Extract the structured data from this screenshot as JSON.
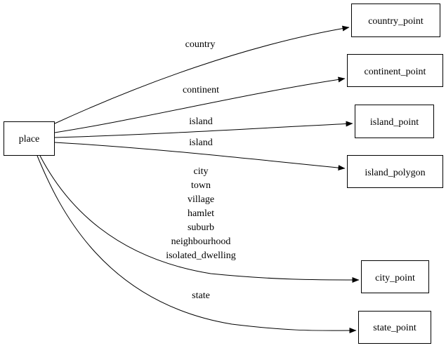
{
  "diagram": {
    "type": "directed-graph",
    "background_color": "#ffffff",
    "line_color": "#000000",
    "text_color": "#000000",
    "nodes": [
      {
        "id": "place",
        "label": "place"
      },
      {
        "id": "country_point",
        "label": "country_point"
      },
      {
        "id": "continent_point",
        "label": "continent_point"
      },
      {
        "id": "island_point",
        "label": "island_point"
      },
      {
        "id": "island_polygon",
        "label": "island_polygon"
      },
      {
        "id": "city_point",
        "label": "city_point"
      },
      {
        "id": "state_point",
        "label": "state_point"
      }
    ],
    "edges": [
      {
        "from": "place",
        "to": "country_point",
        "label": "country"
      },
      {
        "from": "place",
        "to": "continent_point",
        "label": "continent"
      },
      {
        "from": "place",
        "to": "island_point",
        "label": "island"
      },
      {
        "from": "place",
        "to": "island_polygon",
        "label": "island"
      },
      {
        "from": "place",
        "to": "city_point",
        "label_lines": [
          "city",
          "town",
          "village",
          "hamlet",
          "suburb",
          "neighbourhood",
          "isolated_dwelling"
        ]
      },
      {
        "from": "place",
        "to": "state_point",
        "label": "state"
      }
    ]
  }
}
